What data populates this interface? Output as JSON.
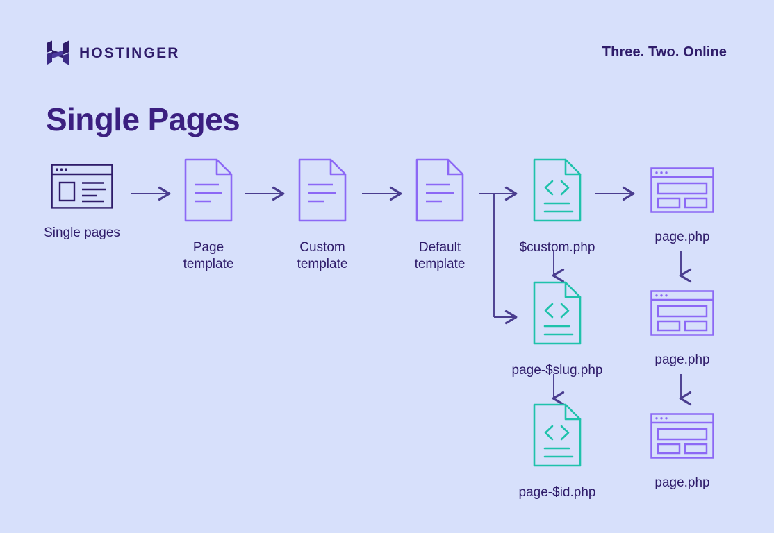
{
  "brand": {
    "logo_icon": "hostinger-h-logo",
    "wordmark": "HOSTINGER",
    "tagline": "Three. Two. Online"
  },
  "title": "Single Pages",
  "colors": {
    "background": "#d7e0fb",
    "primary_purple": "#2f1c6a",
    "accent_violet": "#8c68f5",
    "accent_teal": "#1fc2ab",
    "arrow": "#4a3d8f"
  },
  "diagram": {
    "type": "flowchart",
    "nodes": [
      {
        "id": "single-pages",
        "label": "Single pages",
        "icon": "browser-window-icon",
        "icon_color": "#2f1c6a",
        "row": 1,
        "col": 1
      },
      {
        "id": "page-template",
        "label": "Page\ntemplate",
        "icon": "document-file-icon",
        "icon_color": "#8c68f5",
        "row": 1,
        "col": 2
      },
      {
        "id": "custom-template",
        "label": "Custom\ntemplate",
        "icon": "document-file-icon",
        "icon_color": "#8c68f5",
        "row": 1,
        "col": 3
      },
      {
        "id": "default-template",
        "label": "Default\ntemplate",
        "icon": "document-file-icon",
        "icon_color": "#8c68f5",
        "row": 1,
        "col": 4
      },
      {
        "id": "custom-php",
        "label": "$custom.php",
        "icon": "code-file-icon",
        "icon_color": "#1fc2ab",
        "row": 1,
        "col": 5
      },
      {
        "id": "page-php-1",
        "label": "page.php",
        "icon": "web-page-layout-icon",
        "icon_color": "#8c68f5",
        "row": 1,
        "col": 6
      },
      {
        "id": "page-slug-php",
        "label": "page-$slug.php",
        "icon": "code-file-icon",
        "icon_color": "#1fc2ab",
        "row": 2,
        "col": 5
      },
      {
        "id": "page-php-2",
        "label": "page.php",
        "icon": "web-page-layout-icon",
        "icon_color": "#8c68f5",
        "row": 2,
        "col": 6
      },
      {
        "id": "page-id-php",
        "label": "page-$id.php",
        "icon": "code-file-icon",
        "icon_color": "#1fc2ab",
        "row": 3,
        "col": 5
      },
      {
        "id": "page-php-3",
        "label": "page.php",
        "icon": "web-page-layout-icon",
        "icon_color": "#8c68f5",
        "row": 3,
        "col": 6
      }
    ],
    "edges": [
      {
        "from": "single-pages",
        "to": "page-template",
        "direction": "right"
      },
      {
        "from": "page-template",
        "to": "custom-template",
        "direction": "right"
      },
      {
        "from": "custom-template",
        "to": "default-template",
        "direction": "right"
      },
      {
        "from": "default-template",
        "to": "custom-php",
        "direction": "right-branch"
      },
      {
        "from": "default-template",
        "to": "page-slug-php",
        "direction": "down-right-branch"
      },
      {
        "from": "custom-php",
        "to": "page-php-1",
        "direction": "right"
      },
      {
        "from": "custom-php",
        "to": "page-slug-php",
        "direction": "down"
      },
      {
        "from": "page-php-1",
        "to": "page-php-2",
        "direction": "down"
      },
      {
        "from": "page-slug-php",
        "to": "page-id-php",
        "direction": "down"
      },
      {
        "from": "page-php-2",
        "to": "page-php-3",
        "direction": "down"
      }
    ]
  }
}
